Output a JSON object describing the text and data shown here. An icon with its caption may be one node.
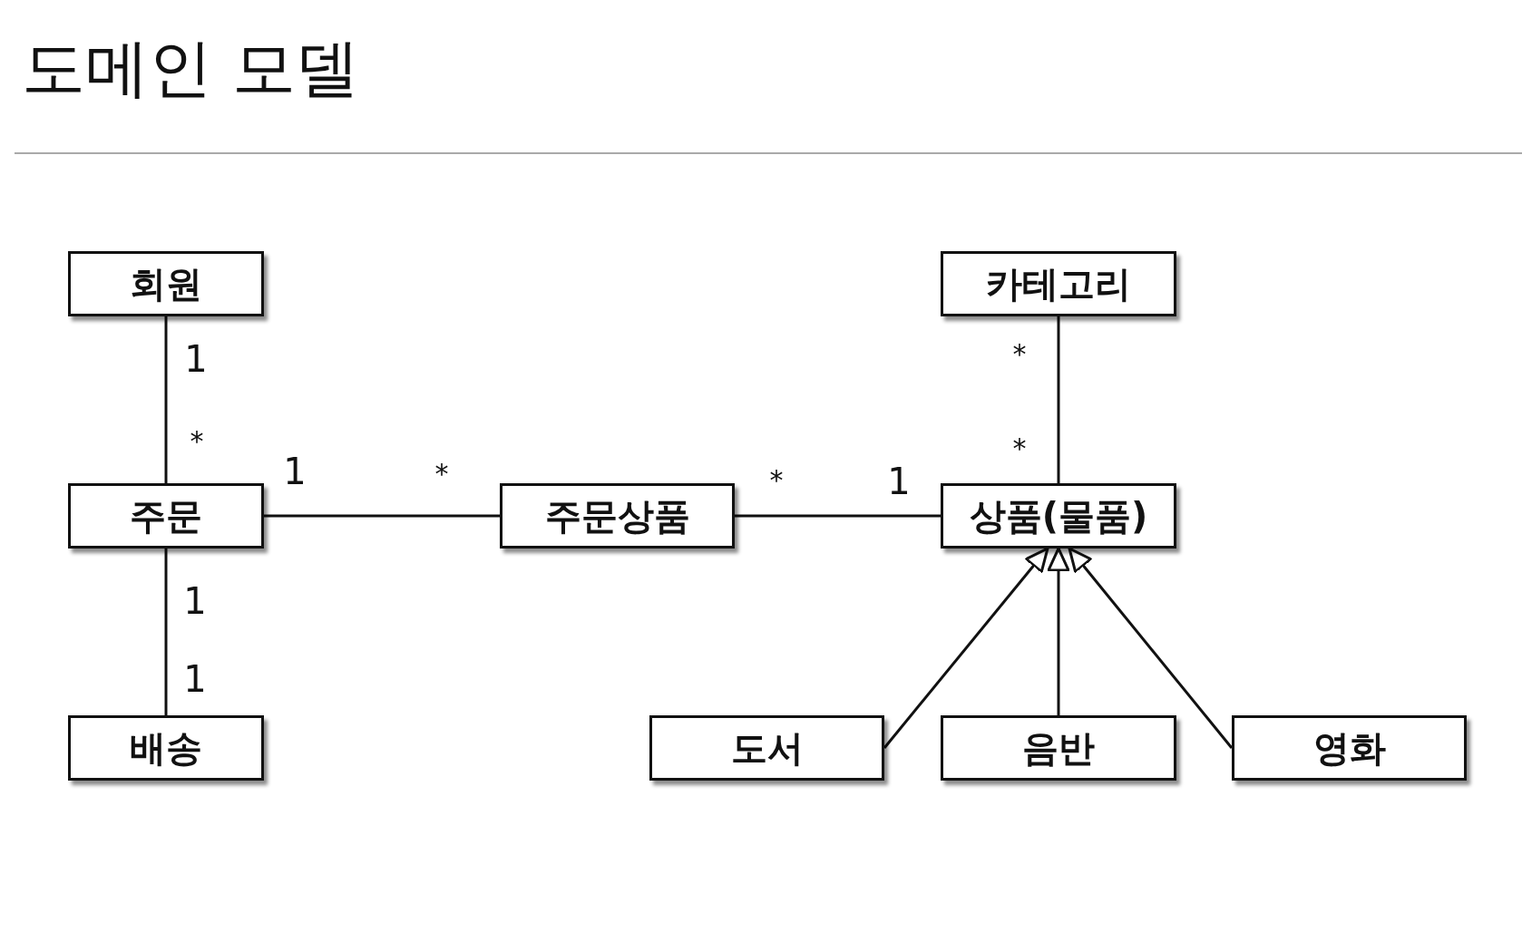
{
  "diagram": {
    "title": "도메인 모델",
    "nodes": [
      {
        "text": [
          "회원"
        ]
      },
      {
        "text": [
          "카테고리"
        ]
      },
      {
        "text": [
          "주문"
        ]
      },
      {
        "text": [
          "주문상품"
        ]
      },
      {
        "text": [
          "상품(물품)"
        ]
      },
      {
        "text": [
          "배송"
        ]
      },
      {
        "text": [
          "도서"
        ]
      },
      {
        "text": [
          "음반"
        ]
      },
      {
        "text": [
          "영화"
        ]
      }
    ],
    "edges": [
      {
        "from": 0,
        "to": 2,
        "arrow": "none"
      },
      {
        "from": 1,
        "to": 4,
        "arrow": "none"
      },
      {
        "from": 2,
        "to": 3,
        "arrow": "none"
      },
      {
        "from": 3,
        "to": 4,
        "arrow": "none"
      },
      {
        "from": 2,
        "to": 5,
        "arrow": "none"
      },
      {
        "from": 6,
        "to": 4,
        "arrow": "to"
      },
      {
        "from": 7,
        "to": 4,
        "arrow": "to"
      },
      {
        "from": 8,
        "to": 4,
        "arrow": "to"
      }
    ],
    "labels": [
      "1",
      "*",
      "*",
      "*",
      "1",
      "*",
      "*",
      "1",
      "1",
      "1"
    ]
  }
}
